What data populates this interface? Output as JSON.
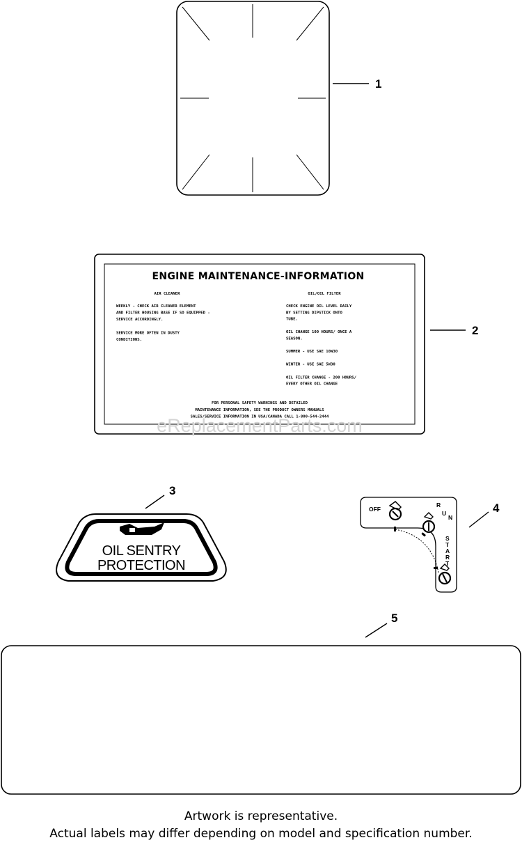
{
  "callouts": [
    "1",
    "2",
    "3",
    "4",
    "5"
  ],
  "maintenance_label": {
    "title": "ENGINE MAINTENANCE-INFORMATION",
    "left_heading": "AIR CLEANER",
    "left_lines": [
      "WEEKLY - CHECK AIR CLEANER ELEMENT",
      "AND FILTER HOUSING BASE IF SO EQUIPPED -",
      "SERVICE ACCORDINGLY.",
      "",
      "SERVICE MORE OFTEN IN DUSTY",
      "CONDITIONS."
    ],
    "right_heading": "OIL/OIL FILTER",
    "right_lines": [
      "CHECK ENGINE OIL LEVEL DAILY",
      "BY SETTING DIPSTICK ONTO",
      "TUBE.",
      "",
      "OIL CHANGE 100 HOURS/ ONCE A",
      "SEASON.",
      "",
      "    SUMMER - USE SAE 10W30",
      "",
      "    WINTER  - USE SAE 5W30",
      "",
      "OIL FILTER CHANGE - 200 HOURS/",
      "EVERY OTHER OIL CHANGE"
    ],
    "footer_lines": [
      "FOR PERSONAL SAFETY WARNINGS AND DETAILED",
      "MAINTENANCE INFORMATION, SEE THE PRODUCT OWNERS MANUALS",
      "SALES/SERVICE INFORMATION IN USA/CANADA CALL 1-800-544-2444"
    ]
  },
  "oil_sentry_label": {
    "line1": "OIL SENTRY",
    "line2": "PROTECTION"
  },
  "switch_label": {
    "off": "OFF",
    "run": [
      "R",
      "U",
      "N"
    ],
    "start": [
      "S",
      "T",
      "A",
      "R",
      "T"
    ]
  },
  "watermark": "eReplacementParts.com",
  "footer": {
    "line1": "Artwork is representative.",
    "line2": "Actual labels may differ depending on model and specification number."
  }
}
